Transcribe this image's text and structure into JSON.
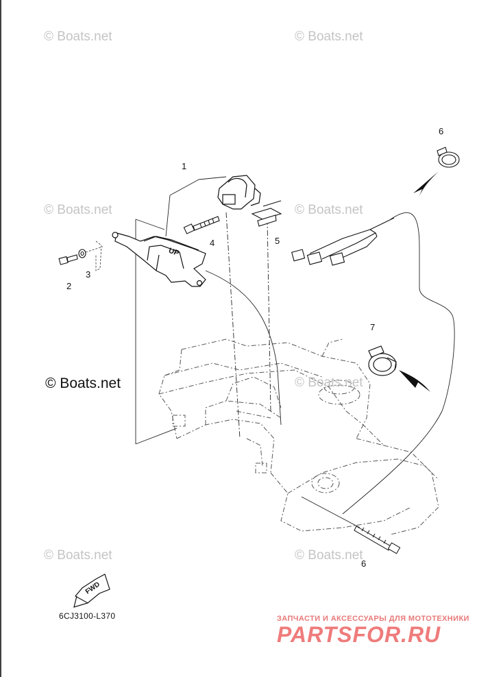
{
  "watermarks": [
    "© Boats.net",
    "© Boats.net",
    "© Boats.net",
    "© Boats.net",
    "© Boats.net",
    "© Boats.net",
    "© Boats.net"
  ],
  "watermark_strong": "© Boats.net",
  "callouts": {
    "part1": "1",
    "part2": "2",
    "part3": "3",
    "part4": "4",
    "part5": "5",
    "part6_top": "6",
    "part6_bottom": "6",
    "part7": "7"
  },
  "up_marking": "UP",
  "fwd_label": "FWD",
  "diagram_code": "6CJ3100-L370",
  "ad": {
    "tagline": "ЗАПЧАСТИ И АКСЕССУАРЫ ДЛЯ МОТОТЕХНИКИ",
    "logo": "PARTSFOR.RU"
  }
}
